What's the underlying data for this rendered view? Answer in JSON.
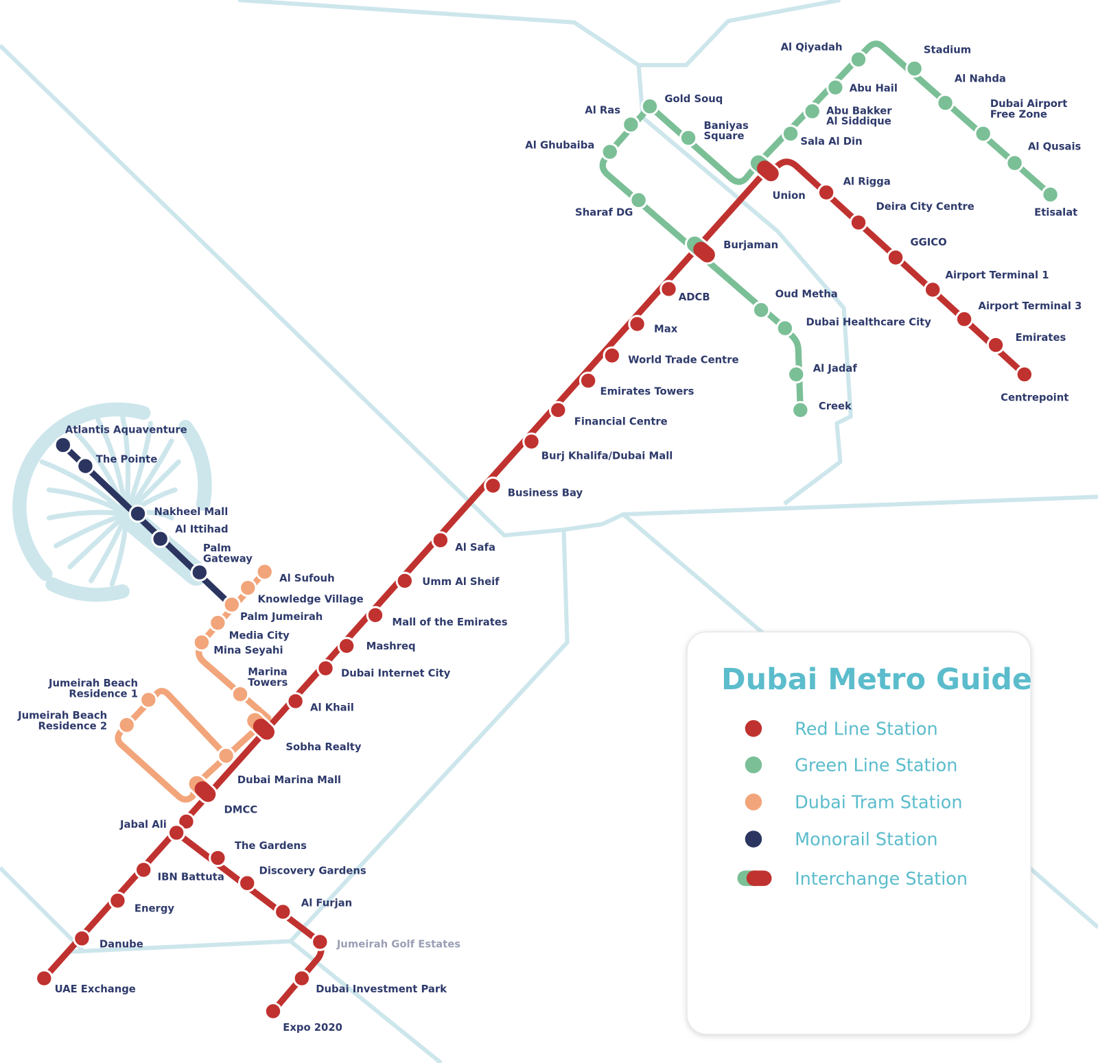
{
  "colors": {
    "red": "#c0322f",
    "green": "#7bbf97",
    "tram": "#f2a57a",
    "monorail": "#2b3560",
    "background_lines": "#cde6ec",
    "label": "#2e3a6b",
    "legend": "#5bbccc"
  },
  "legend": {
    "title": "Dubai Metro Guide",
    "items": [
      {
        "label": "Red Line Station",
        "icon": "red-dot"
      },
      {
        "label": "Green Line Station",
        "icon": "green-dot"
      },
      {
        "label": "Dubai Tram Station",
        "icon": "tram-dot"
      },
      {
        "label": "Monorail Station",
        "icon": "monorail-dot"
      },
      {
        "label": "Interchange Station",
        "icon": "interchange-pill"
      }
    ]
  },
  "red_line": [
    {
      "lines": [
        "UAE Exchange"
      ]
    },
    {
      "lines": [
        "Danube"
      ]
    },
    {
      "lines": [
        "Energy"
      ]
    },
    {
      "lines": [
        "IBN Battuta"
      ]
    },
    {
      "lines": [
        "Jabal Ali"
      ]
    },
    {
      "lines": [
        "DMCC"
      ]
    },
    {
      "lines": [
        "Sobha Realty"
      ]
    },
    {
      "lines": [
        "Al Khail"
      ]
    },
    {
      "lines": [
        "Dubai Internet City"
      ]
    },
    {
      "lines": [
        "Mashreq"
      ]
    },
    {
      "lines": [
        "Mall of the Emirates"
      ]
    },
    {
      "lines": [
        "Umm Al Sheif"
      ]
    },
    {
      "lines": [
        "Al Safa"
      ]
    },
    {
      "lines": [
        "Business Bay"
      ]
    },
    {
      "lines": [
        "Burj Khalifa/Dubai Mall"
      ]
    },
    {
      "lines": [
        "Financial Centre"
      ]
    },
    {
      "lines": [
        "Emirates Towers"
      ]
    },
    {
      "lines": [
        "World Trade Centre"
      ]
    },
    {
      "lines": [
        "Max"
      ]
    },
    {
      "lines": [
        "ADCB"
      ]
    },
    {
      "lines": [
        "Burjaman"
      ]
    },
    {
      "lines": [
        "Union"
      ]
    },
    {
      "lines": [
        "Al Rigga"
      ]
    },
    {
      "lines": [
        "Deira City Centre"
      ]
    },
    {
      "lines": [
        "GGICO"
      ]
    },
    {
      "lines": [
        "Airport Terminal 1"
      ]
    },
    {
      "lines": [
        "Airport Terminal 3"
      ]
    },
    {
      "lines": [
        "Emirates"
      ]
    },
    {
      "lines": [
        "Centrepoint"
      ]
    }
  ],
  "route_2020": [
    {
      "lines": [
        "The Gardens"
      ]
    },
    {
      "lines": [
        "Discovery Gardens"
      ]
    },
    {
      "lines": [
        "Al Furjan"
      ]
    },
    {
      "lines": [
        "Jumeirah Golf Estates"
      ],
      "status": "future"
    },
    {
      "lines": [
        "Dubai Investment Park"
      ]
    },
    {
      "lines": [
        "Expo 2020"
      ]
    }
  ],
  "green_line": [
    {
      "lines": [
        "Etisalat"
      ]
    },
    {
      "lines": [
        "Al Qusais"
      ]
    },
    {
      "lines": [
        "Dubai Airport",
        "Free Zone"
      ]
    },
    {
      "lines": [
        "Al Nahda"
      ]
    },
    {
      "lines": [
        "Stadium"
      ]
    },
    {
      "lines": [
        "Al Qiyadah"
      ]
    },
    {
      "lines": [
        "Abu Hail"
      ]
    },
    {
      "lines": [
        "Abu Bakker",
        "Al Siddique"
      ]
    },
    {
      "lines": [
        "Sala Al Din"
      ]
    },
    {
      "lines": [
        "Baniyas",
        "Square"
      ]
    },
    {
      "lines": [
        "Gold Souq"
      ]
    },
    {
      "lines": [
        "Al Ras"
      ]
    },
    {
      "lines": [
        "Al Ghubaiba"
      ]
    },
    {
      "lines": [
        "Sharaf DG"
      ]
    },
    {
      "lines": [
        "Oud Metha"
      ]
    },
    {
      "lines": [
        "Dubai Healthcare City"
      ]
    },
    {
      "lines": [
        "Al Jadaf"
      ]
    },
    {
      "lines": [
        "Creek"
      ]
    }
  ],
  "monorail": [
    {
      "lines": [
        "Atlantis Aquaventure"
      ]
    },
    {
      "lines": [
        "The Pointe"
      ]
    },
    {
      "lines": [
        "Nakheel Mall"
      ]
    },
    {
      "lines": [
        "Al Ittihad"
      ]
    },
    {
      "lines": [
        "Palm",
        "Gateway"
      ]
    }
  ],
  "tram": [
    {
      "lines": [
        "Al Sufouh"
      ]
    },
    {
      "lines": [
        "Knowledge Village"
      ]
    },
    {
      "lines": [
        "Palm Jumeirah"
      ]
    },
    {
      "lines": [
        "Media City"
      ]
    },
    {
      "lines": [
        "Mina Seyahi"
      ]
    },
    {
      "lines": [
        "Marina",
        "Towers"
      ]
    },
    {
      "lines": [
        "Dubai Marina Mall"
      ]
    },
    {
      "lines": [
        "Jumeirah Beach",
        "Residence 1"
      ]
    },
    {
      "lines": [
        "Jumeirah Beach",
        "Residence 2"
      ]
    }
  ]
}
